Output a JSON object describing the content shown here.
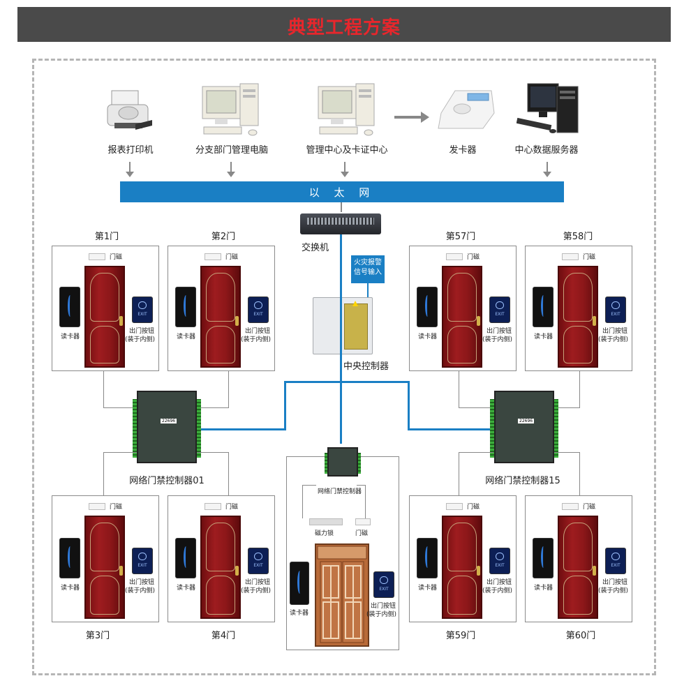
{
  "banner": {
    "title": "典型工程方案",
    "title_color": "#e8262c",
    "background": "#4a4a4a"
  },
  "devices": {
    "printer": "报表打印机",
    "branch_pc": "分支部门管理电脑",
    "mgmt_center": "管理中心及卡证中心",
    "card_issuer": "发卡器",
    "data_server": "中心数据服务器"
  },
  "network": {
    "label": "以 太 网",
    "color": "#1a7fc4"
  },
  "switch": {
    "label": "交换机"
  },
  "fire_alarm": {
    "line1": "火灾报警",
    "line2": "信号输入"
  },
  "central_controller": {
    "label": "中央控制器"
  },
  "door_parts": {
    "magnet": "门磁",
    "reader": "读卡器",
    "exit_line1": "出门按钮",
    "exit_line2": "(装于内侧)",
    "exit_icon_text": "EXIT"
  },
  "doors": {
    "d1": "第1门",
    "d2": "第2门",
    "d3": "第3门",
    "d4": "第4门",
    "d57": "第57门",
    "d58": "第58门",
    "d59": "第59门",
    "d60": "第60门"
  },
  "controllers": {
    "c01": "网络门禁控制器01",
    "c15": "网络门禁控制器15",
    "center": "网络门禁控制器",
    "board_id": "22696"
  },
  "center_unit": {
    "maglock": "磁力锁",
    "magnet": "门磁",
    "reader": "读卡器",
    "exit_line1": "出门按钮",
    "exit_line2": "(装于内侧)"
  }
}
